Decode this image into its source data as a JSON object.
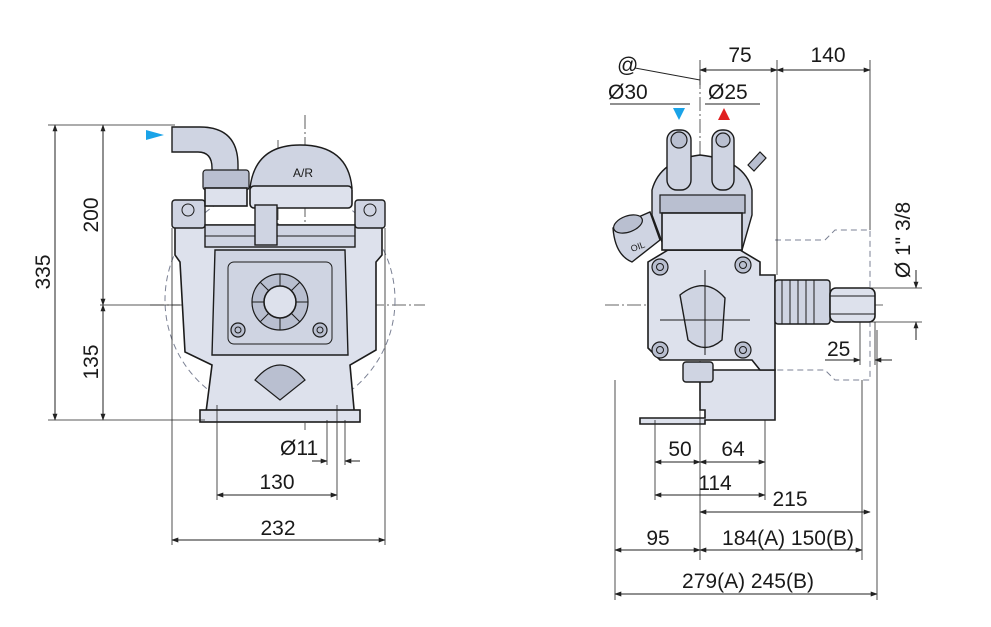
{
  "front_view": {
    "dims": {
      "overall_height": "335",
      "upper_height": "200",
      "lower_height": "135",
      "mount_hole": "Ø11",
      "hole_spacing": "130",
      "overall_width": "232"
    },
    "labels": {
      "air_chamber": "A/R"
    }
  },
  "side_view": {
    "dims": {
      "at_mark": "@",
      "outlet_diameter": "Ø30",
      "inlet_diameter": "Ø25",
      "dim_75": "75",
      "dim_140": "140",
      "shaft": "Ø 1\" 3/8",
      "dim_25": "25",
      "dim_50": "50",
      "dim_64": "64",
      "dim_114": "114",
      "dim_215": "215",
      "dim_95": "95",
      "dim_184_150": "184(A) 150(B)",
      "dim_279_245": "279(A)  245(B)"
    },
    "labels": {
      "oil_cap": "OIL"
    }
  },
  "colors": {
    "arrow_blue": "#1aa3e8",
    "arrow_red": "#e02020",
    "body_fill": "#dde1ec"
  }
}
